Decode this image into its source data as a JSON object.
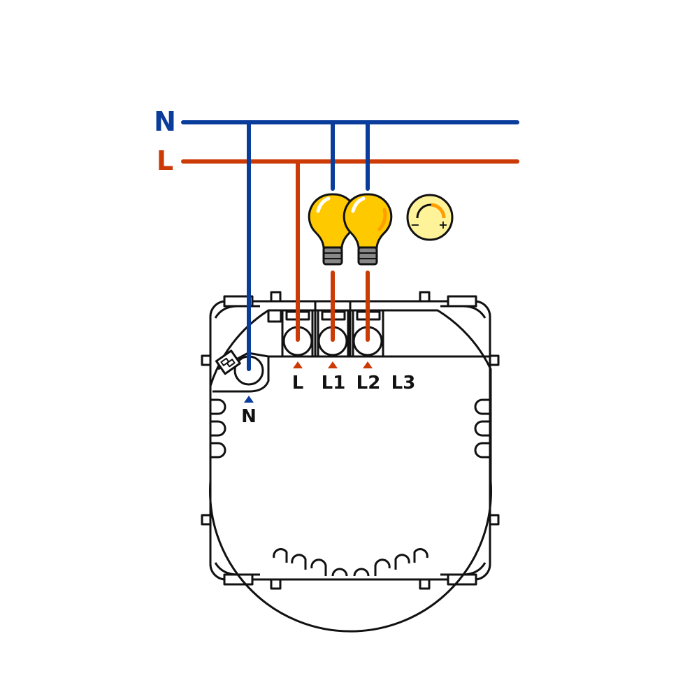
{
  "colors": {
    "neutral": "#0a3c9c",
    "live": "#cc3a06",
    "bulb": "#ffc900",
    "bulb_highlight": "#ff9e00",
    "dimmer_face": "#fff39a",
    "outline": "#111111",
    "socket_grey": "#888888"
  },
  "bus_labels": {
    "neutral": "N",
    "live": "L"
  },
  "terminals": {
    "neutral": "N",
    "live": "L",
    "load1": "L1",
    "load2": "L2",
    "load3": "L3"
  },
  "dimmer_symbol": {
    "minus": "−",
    "plus": "+"
  },
  "icons": [
    "light-bulb-icon",
    "light-bulb-icon",
    "dimmer-icon",
    "arrow-up-icon"
  ]
}
